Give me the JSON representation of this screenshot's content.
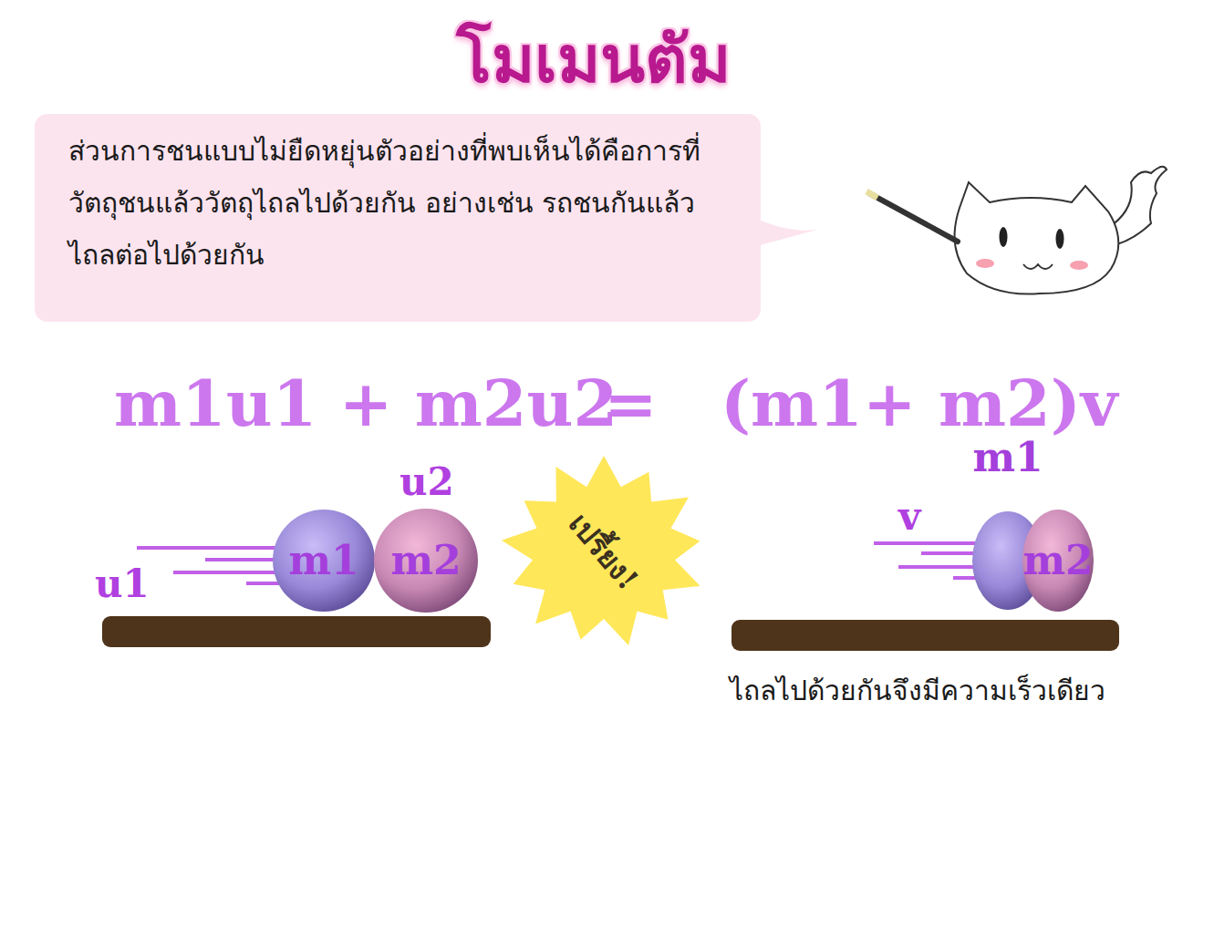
{
  "diagram": {
    "title": "โมเมนตัม",
    "caption": "ไถลไปด้วยกันจึงมีความเร็วเดียว",
    "nodes": [
      {
        "text": [
          "ส่วนการชนแบบไม่ยืดหยุ่นตัวอย่างที่พบเห็นได้คือการที่ วัตถุชนแล้ววัตถุไถลไปด้วยกัน อย่างเช่น รถชนกันแล้วไถลต่อไปด้วยกัน"
        ]
      },
      {
        "text": [
          "m1"
        ]
      },
      {
        "text": [
          "m2"
        ]
      },
      {
        "text": [
          "เปรี้ยง!"
        ]
      },
      {
        "text": [
          "m1"
        ]
      },
      {
        "text": [
          "m2"
        ]
      }
    ],
    "labels": [
      "m1u1 + m2u2",
      "=",
      "(m1+ m2)v",
      "u1",
      "u2",
      "v"
    ]
  }
}
